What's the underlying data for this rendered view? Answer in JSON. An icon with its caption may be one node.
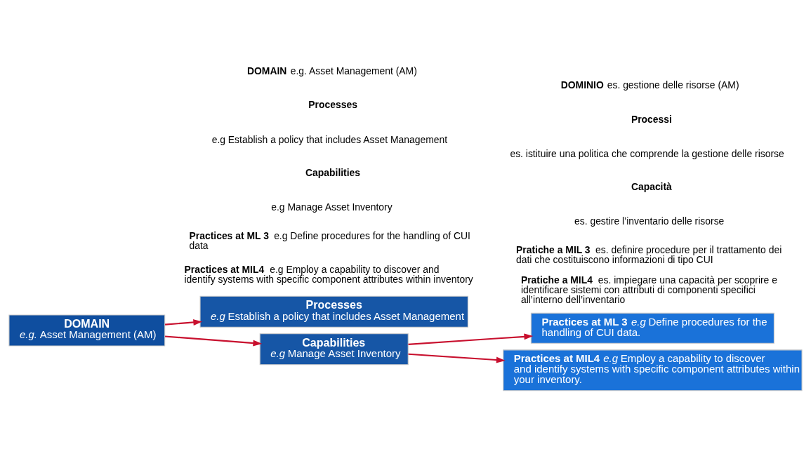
{
  "diagram": {
    "nodes": [
      {
        "text": [
          "DOMAIN",
          "*e.g.* Asset Management (AM)"
        ]
      },
      {
        "text": [
          "Processes",
          "*e.g* Establish a policy that includes Asset Management"
        ]
      },
      {
        "text": [
          "Capabilities",
          "*e.g* Manage Asset Inventory"
        ]
      },
      {
        "text": [
          "**Practices at ML 3** *e.g* Define procedures for the handling of CUI data."
        ]
      },
      {
        "text": [
          "**Practices at MIL4** *e.g* Employ a capability to discover and identify systems with specific component attributes within your inventory."
        ]
      }
    ],
    "edges": [
      {
        "from": 0,
        "to": 1,
        "arrow": "to"
      },
      {
        "from": 0,
        "to": 2,
        "arrow": "to"
      },
      {
        "from": 2,
        "to": 3,
        "arrow": "to"
      },
      {
        "from": 2,
        "to": 4,
        "arrow": "to"
      }
    ],
    "labels": [
      "**DOMAIN** e.g. Asset Management (AM)",
      "Processes",
      "e.g Establish a policy that includes Asset Management",
      "Capabilities",
      "e.g Manage Asset Inventory",
      "**Practices at ML 3** e.g Define procedures for the handling of CUI data",
      "**Practices at MIL4** e.g Employ a capability to discover and identify systems with specific component attributes within inventory",
      "**DOMINIO** es. gestione delle risorse (AM)",
      "Processi",
      "es. istituire una politica che comprende la gestione delle risorse",
      "Capacità",
      "es. gestire l’inventario delle risorse",
      "**Pratiche a MIL 3** es. definire procedure per il trattamento dei dati che costituiscono informazioni di tipo CUI",
      "**Pratiche a MIL4** es. impiegare una capacità per scoprire e identificare sistemi con attributi di componenti specifici all’interno dell’inventario"
    ]
  }
}
